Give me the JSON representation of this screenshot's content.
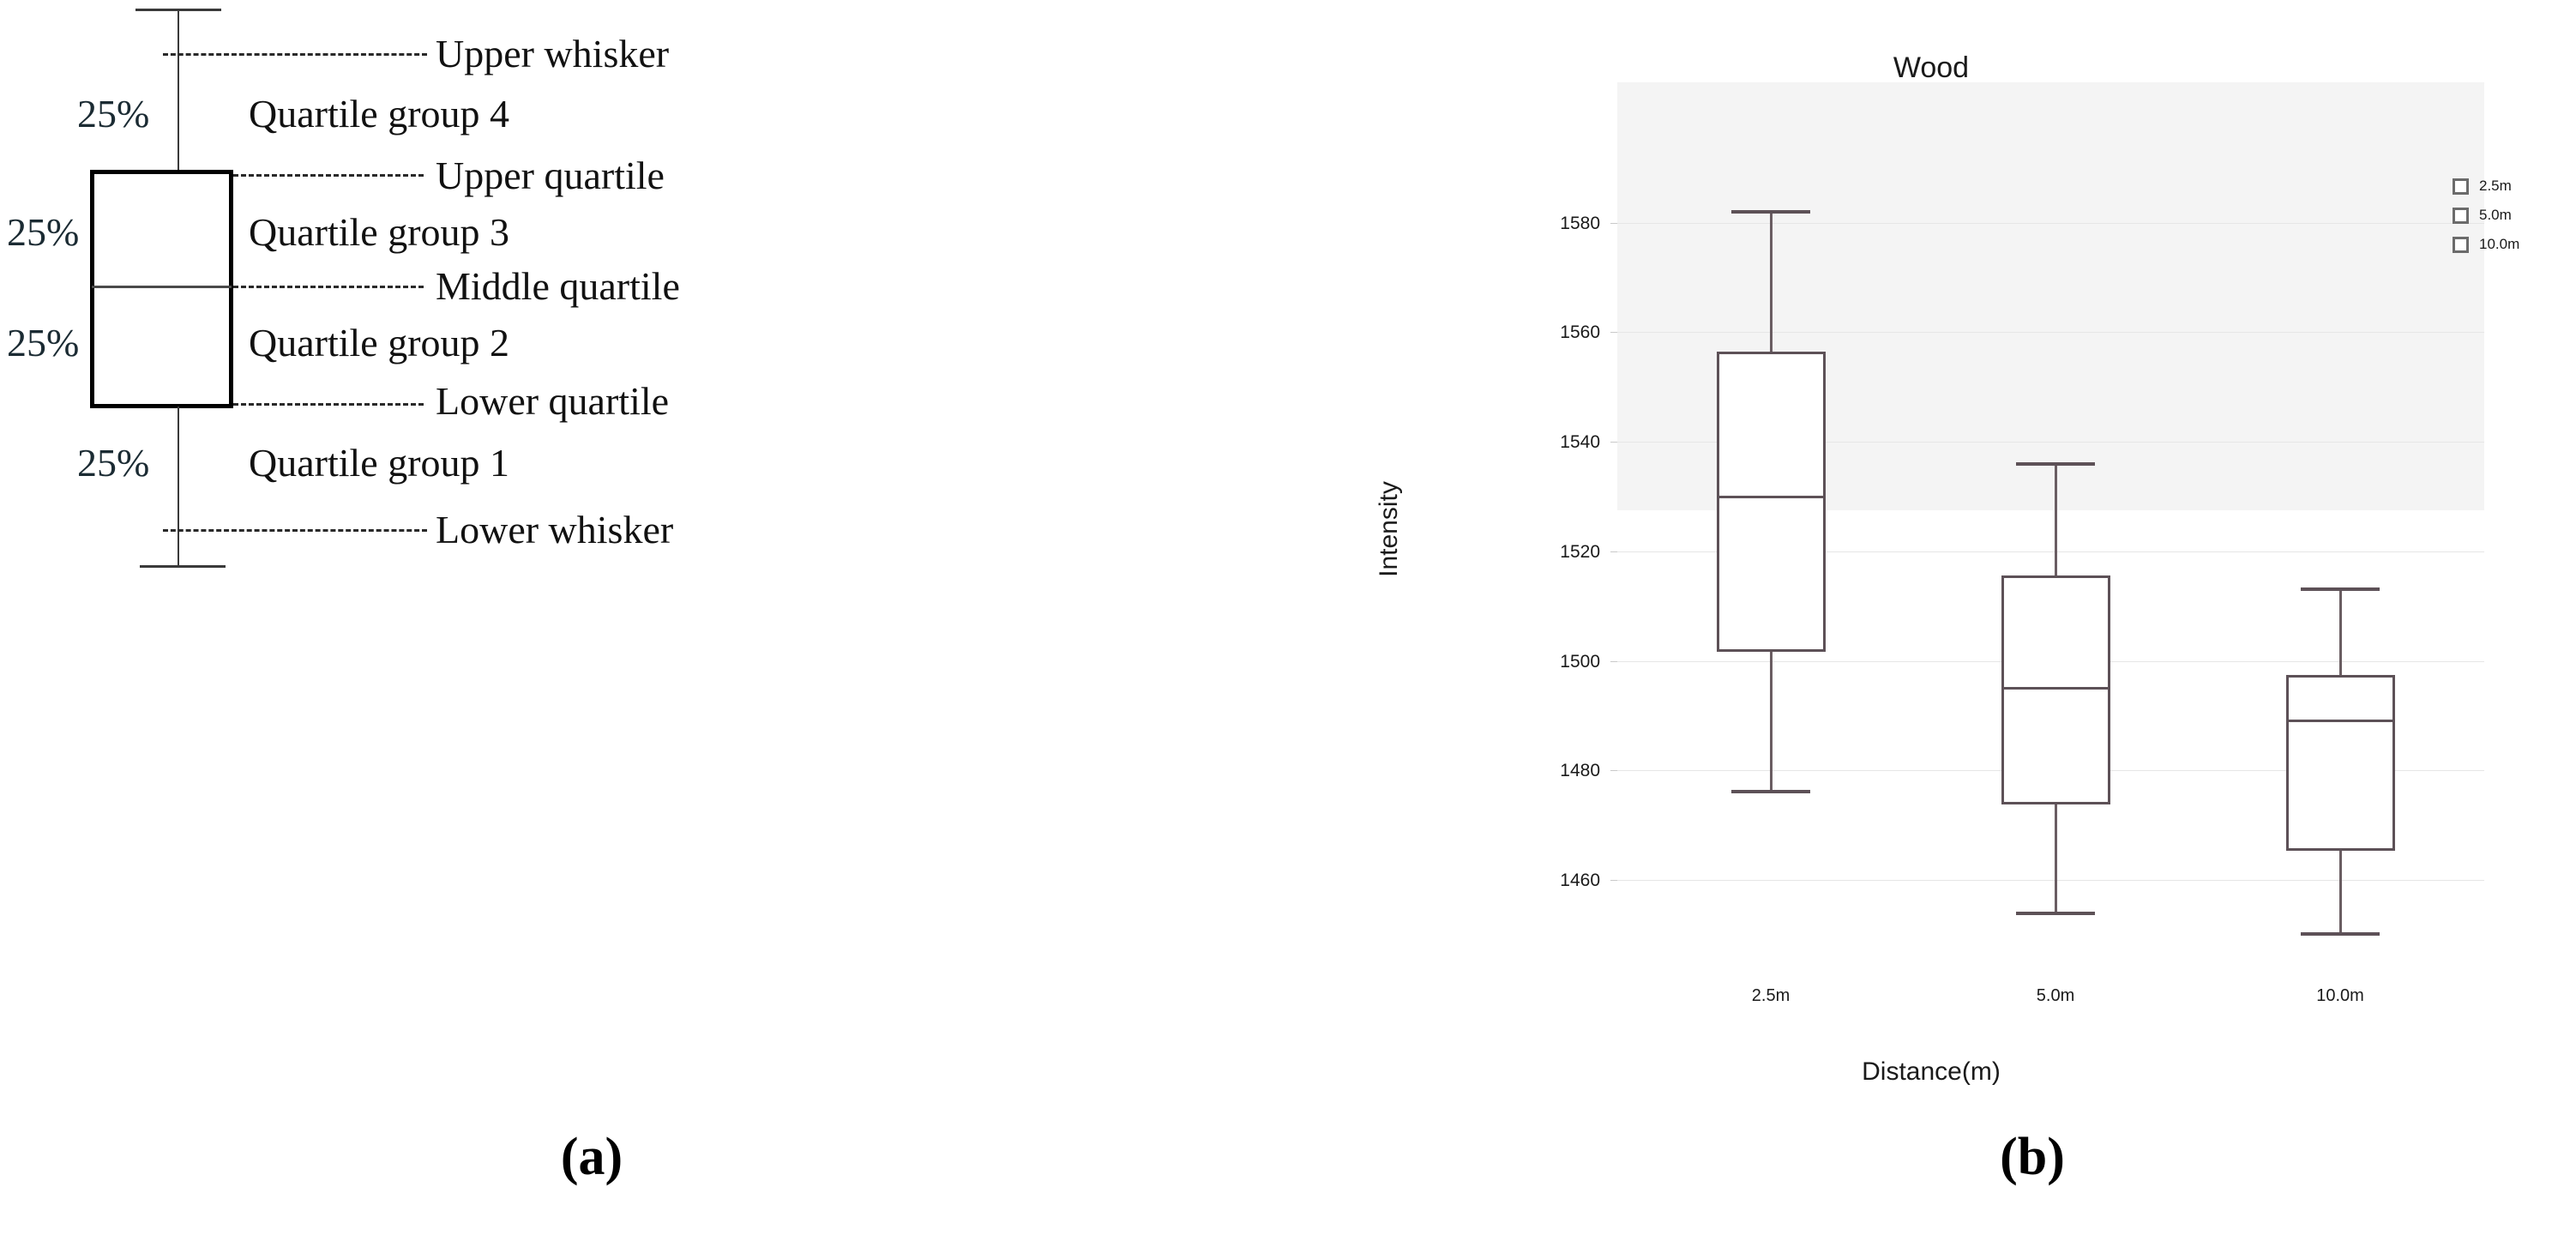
{
  "figure": {
    "panel_a_caption": "(a)",
    "panel_b_caption": "(b)"
  },
  "panel_a": {
    "type": "boxplot-schematic",
    "annotations": [
      {
        "id": "upper-whisker",
        "label": "Upper whisker"
      },
      {
        "id": "upper-quartile",
        "label": "Upper quartile"
      },
      {
        "id": "middle-quartile",
        "label": "Middle quartile"
      },
      {
        "id": "lower-quartile",
        "label": "Lower quartile"
      },
      {
        "id": "lower-whisker",
        "label": "Lower whisker"
      }
    ],
    "groups": [
      {
        "id": "group-4",
        "label": "Quartile group 4",
        "percent": "25%"
      },
      {
        "id": "group-3",
        "label": "Quartile group 3",
        "percent": "25%"
      },
      {
        "id": "group-2",
        "label": "Quartile group 2",
        "percent": "25%"
      },
      {
        "id": "group-1",
        "label": "Quartile group 1",
        "percent": "25%"
      }
    ]
  },
  "panel_b": {
    "chart_data": {
      "type": "box",
      "title": "Wood",
      "xlabel": "Distance(m)",
      "ylabel": "Intensity",
      "categories": [
        "2.5m",
        "5.0m",
        "10.0m"
      ],
      "yticks": [
        1460,
        1480,
        1500,
        1520,
        1540,
        1560,
        1580
      ],
      "ylim": [
        1444,
        1592
      ],
      "grid": true,
      "legend_position": "right",
      "legend": [
        "2.5m",
        "5.0m",
        "10.0m"
      ],
      "series": [
        {
          "name": "2.5m",
          "lower_whisker": 1476.5,
          "lower_quartile": 1501.5,
          "median": 1530.0,
          "upper_quartile": 1556.5,
          "upper_whisker": 1582.0
        },
        {
          "name": "5.0m",
          "lower_whisker": 1454.0,
          "lower_quartile": 1473.5,
          "median": 1495.0,
          "upper_quartile": 1515.5,
          "upper_whisker": 1535.5
        },
        {
          "name": "10.0m",
          "lower_whisker": 1450.0,
          "lower_quartile": 1465.0,
          "median": 1489.0,
          "upper_quartile": 1497.5,
          "upper_whisker": 1513.0
        }
      ],
      "ytick_labels": [
        "1580",
        "1560",
        "1540",
        "1520",
        "1500",
        "1480",
        "1460"
      ]
    },
    "colors": {
      "plot_background": "#f4f4f4",
      "gridline": "#e6e6e6",
      "box_stroke": "#5d5157",
      "box_fill": "#ffffff",
      "text": "#1a1a1a"
    }
  }
}
